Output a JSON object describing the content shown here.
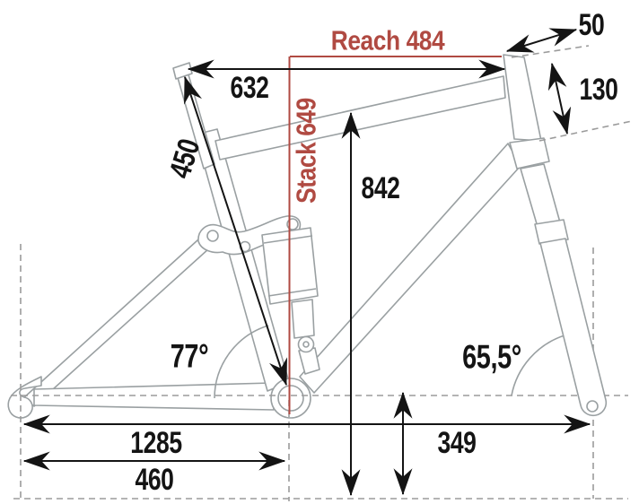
{
  "diagram": {
    "type": "bike-frame-geometry",
    "colors": {
      "accent_red": "#b04a42",
      "dimension_black": "#141414",
      "frame_gray": "#9aa0a2",
      "dash_gray": "#9b9b9b",
      "background": "#ffffff"
    },
    "measurements": {
      "reach": {
        "label": "Reach 484",
        "value": 484
      },
      "stack": {
        "label": "Stack 649",
        "value": 649
      },
      "top_tube": {
        "label": "632",
        "value": 632
      },
      "seat_tube": {
        "label": "450",
        "value": 450
      },
      "standover": {
        "label": "842",
        "value": 842
      },
      "spacer_top": {
        "label": "50",
        "value": 50
      },
      "head_tube": {
        "label": "130",
        "value": 130
      },
      "seat_tube_angle": {
        "label": "77°",
        "value": 77
      },
      "head_tube_angle": {
        "label": "65,5°",
        "value": 65.5
      },
      "wheelbase": {
        "label": "1285",
        "value": 1285
      },
      "chainstay": {
        "label": "460",
        "value": 460
      },
      "bb_height": {
        "label": "349",
        "value": 349
      }
    }
  }
}
